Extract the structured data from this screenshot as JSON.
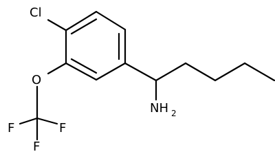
{
  "structure": {
    "atoms": {
      "chlorine": "Cl",
      "oxygen": "O",
      "fluorine_left": "F",
      "fluorine_right": "F",
      "fluorine_bottom": "F",
      "amine_main": "NH",
      "amine_subscript": "2"
    },
    "colors": {
      "line": "#000000",
      "background": "#ffffff"
    }
  }
}
